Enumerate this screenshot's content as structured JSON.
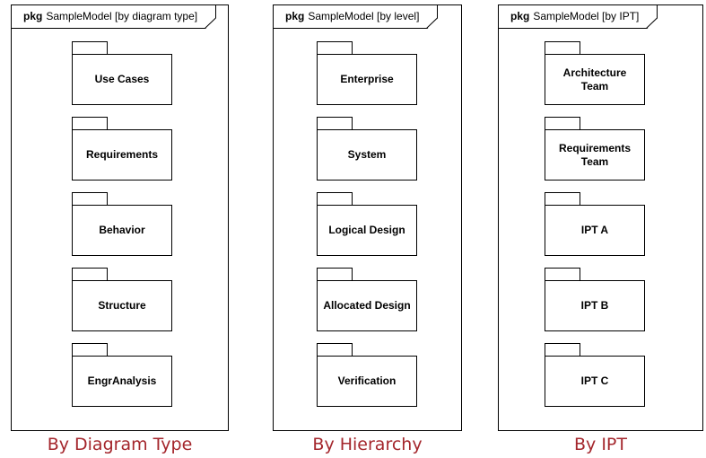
{
  "frames": [
    {
      "keyword": "pkg",
      "title": "SampleModel [by diagram type]",
      "caption": "By Diagram Type",
      "packages": [
        "Use Cases",
        "Requirements",
        "Behavior",
        "Structure",
        "EngrAnalysis"
      ]
    },
    {
      "keyword": "pkg",
      "title": "SampleModel [by level]",
      "caption": "By Hierarchy",
      "packages": [
        "Enterprise",
        "System",
        "Logical Design",
        "Allocated Design",
        "Verification"
      ]
    },
    {
      "keyword": "pkg",
      "title": "SampleModel [by IPT]",
      "caption": "By IPT",
      "packages": [
        "Architecture Team",
        "Requirements Team",
        "IPT A",
        "IPT B",
        "IPT C"
      ]
    }
  ],
  "colors": {
    "caption": "#a4262c",
    "line": "#000000"
  }
}
